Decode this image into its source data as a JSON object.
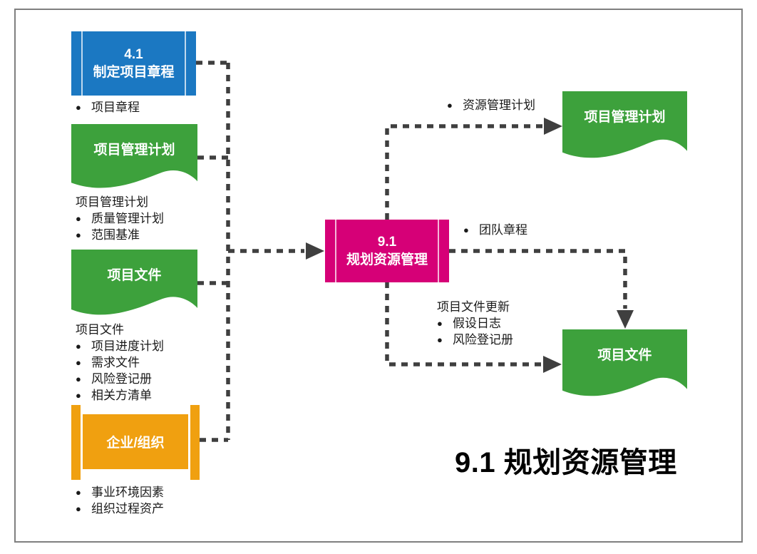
{
  "glyphs": {
    "bullet": "●"
  },
  "colors": {
    "blue": "#1b78c2",
    "green": "#3da13c",
    "orange": "#f0a010",
    "magenta": "#d60077",
    "connector": "#3f3f3f",
    "border": "#7f7f7f"
  },
  "footer_title": "9.1 规划资源管理",
  "center_process": {
    "code": "9.1",
    "name": "规划资源管理"
  },
  "inputs": {
    "develop_charter": {
      "code": "4.1",
      "name": "制定项目章程",
      "note": "项目章程"
    },
    "pm_plan": {
      "title": "项目管理计划",
      "header": "项目管理计划",
      "items": [
        "质量管理计划",
        "范围基准"
      ]
    },
    "project_docs": {
      "title": "项目文件",
      "header": "项目文件",
      "items": [
        "项目进度计划",
        "需求文件",
        "风险登记册",
        "相关方清单"
      ]
    },
    "enterprise_org": {
      "title": "企业/组织",
      "items": [
        "事业环境因素",
        "组织过程资产"
      ]
    }
  },
  "outputs": {
    "pm_plan": {
      "title": "项目管理计划",
      "note": "资源管理计划"
    },
    "team_charter": "团队章程",
    "project_docs": {
      "title": "项目文件",
      "header": "项目文件更新",
      "items": [
        "假设日志",
        "风险登记册"
      ]
    }
  }
}
